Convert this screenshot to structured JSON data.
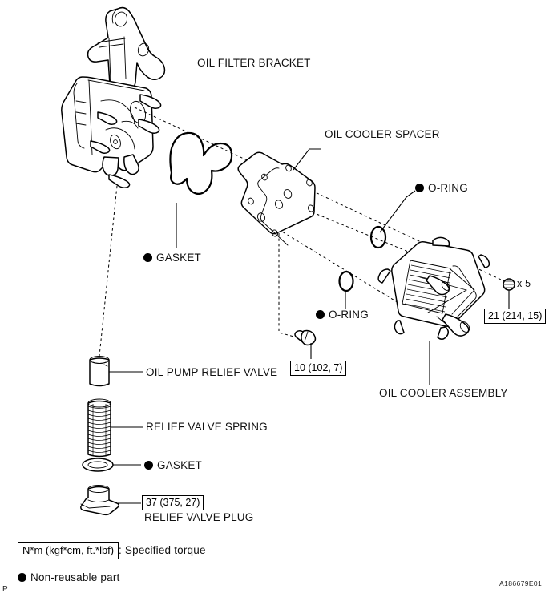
{
  "figure": {
    "id_code": "A186679E01",
    "page_mark": "P",
    "kind": "exploded-parts-diagram",
    "subject": "Oil filter bracket / oil cooler assembly"
  },
  "parts": [
    {
      "key": "oil_filter_bracket",
      "label": "OIL FILTER BRACKET",
      "non_reusable": false
    },
    {
      "key": "gasket_main",
      "label": "GASKET",
      "non_reusable": true
    },
    {
      "key": "oil_cooler_spacer",
      "label": "OIL COOLER SPACER",
      "non_reusable": false
    },
    {
      "key": "o_ring_upper",
      "label": "O-RING",
      "non_reusable": true
    },
    {
      "key": "o_ring_lower",
      "label": "O-RING",
      "non_reusable": true
    },
    {
      "key": "oil_cooler_assembly",
      "label": "OIL COOLER ASSEMBLY",
      "non_reusable": false
    },
    {
      "key": "oil_pump_relief_valve",
      "label": "OIL PUMP RELIEF VALVE",
      "non_reusable": false
    },
    {
      "key": "relief_valve_spring",
      "label": "RELIEF VALVE SPRING",
      "non_reusable": false
    },
    {
      "key": "gasket_plug",
      "label": "GASKET",
      "non_reusable": true
    },
    {
      "key": "relief_valve_plug",
      "label": "RELIEF VALVE PLUG",
      "non_reusable": false
    }
  ],
  "torques": [
    {
      "key": "cooler_bolts",
      "value": "21 (214, 15)",
      "qty_label": "x 5"
    },
    {
      "key": "spacer_bolt",
      "value": "10 (102, 7)",
      "qty_label": ""
    },
    {
      "key": "relief_plug",
      "value": "37 (375, 27)",
      "qty_label": ""
    }
  ],
  "legend": {
    "torque_box": "N*m (kgf*cm, ft.*lbf)",
    "torque_text": ": Specified torque",
    "non_reusable_text": "Non-reusable part"
  }
}
